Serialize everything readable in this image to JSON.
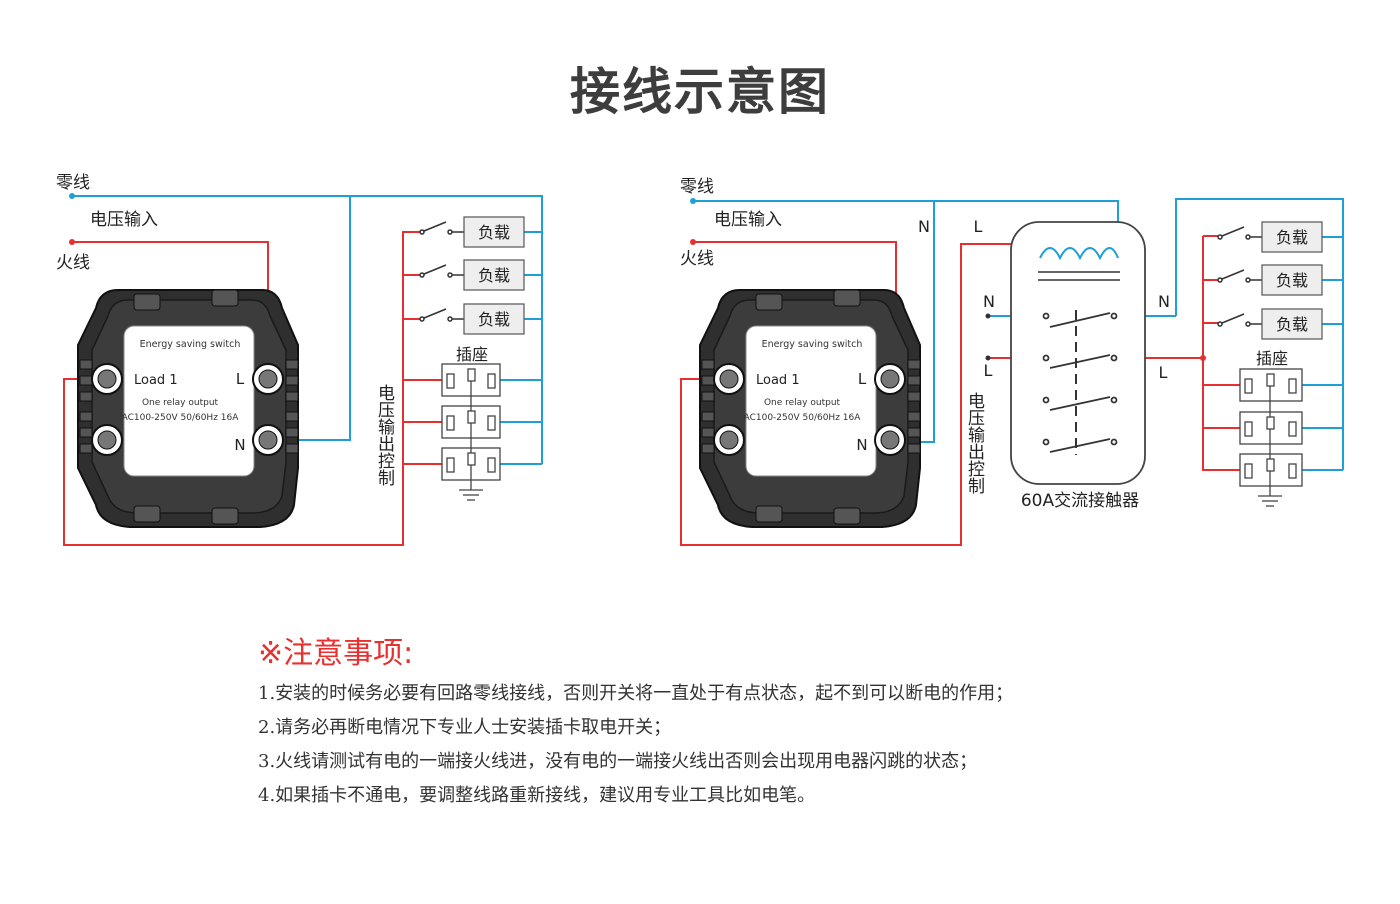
{
  "title": "接线示意图",
  "colors": {
    "neutral": "#1e9fd8",
    "live": "#e63030",
    "line": "#333333",
    "title": "#3d3d3d",
    "notice": "#e8302f"
  },
  "left": {
    "neutral_label": "零线",
    "input_label": "电压输入",
    "live_label": "火线",
    "device": {
      "name": "Energy saving switch",
      "load": "Load 1",
      "terminal_l": "L",
      "terminal_n": "N",
      "spec1": "One relay output",
      "spec2": "AC100-250V 50/60Hz 16A"
    },
    "loads": [
      "负载",
      "负载",
      "负载"
    ],
    "socket_label": "插座",
    "output_label": "电压输出控制"
  },
  "right": {
    "neutral_label": "零线",
    "input_label": "电压输入",
    "live_label": "火线",
    "device": {
      "name": "Energy saving switch",
      "load": "Load 1",
      "terminal_l": "L",
      "terminal_n": "N",
      "spec1": "One relay output",
      "spec2": "AC100-250V 50/60Hz 16A"
    },
    "contactor_labels": {
      "n_top": "N",
      "l_top": "L",
      "n_left": "N",
      "l_left": "L",
      "n_right": "N",
      "l_right": "L"
    },
    "contactor_name": "60A交流接触器",
    "output_label": "电压输出控制",
    "loads": [
      "负载",
      "负载",
      "负载"
    ],
    "socket_label": "插座"
  },
  "notes": {
    "title": "※注意事项:",
    "items": [
      "1.安装的时候务必要有回路零线接线，否则开关将一直处于有点状态，起不到可以断电的作用；",
      "2.请务必再断电情况下专业人士安装插卡取电开关；",
      "3.火线请测试有电的一端接火线进，没有电的一端接火线出否则会出现用电器闪跳的状态；",
      "4.如果插卡不通电，要调整线路重新接线，建议用专业工具比如电笔。"
    ]
  }
}
